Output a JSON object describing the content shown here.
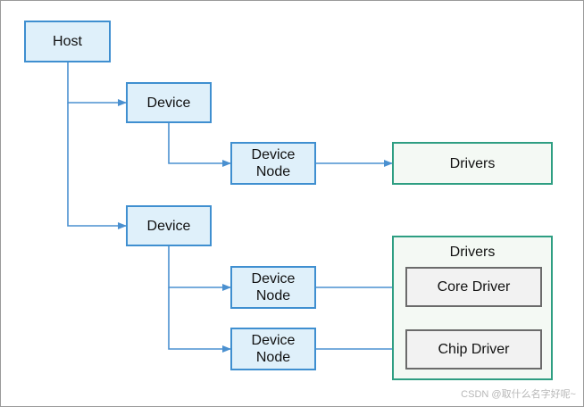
{
  "nodes": {
    "host": "Host",
    "device_1": "Device",
    "device_2": "Device",
    "device_node_1": "Device\nNode",
    "device_node_2": "Device\nNode",
    "device_node_3": "Device\nNode",
    "drivers_1": "Drivers",
    "drivers_group_title": "Drivers",
    "core_driver": "Core Driver",
    "chip_driver": "Chip Driver"
  },
  "colors": {
    "connector": "#4a90d0",
    "blue_fill": "#dff0fa",
    "blue_border": "#3f8fd0",
    "green_border": "#2e9e82",
    "grey_border": "#6b6b6b"
  },
  "watermark": "CSDN @取什么名字好呢~"
}
